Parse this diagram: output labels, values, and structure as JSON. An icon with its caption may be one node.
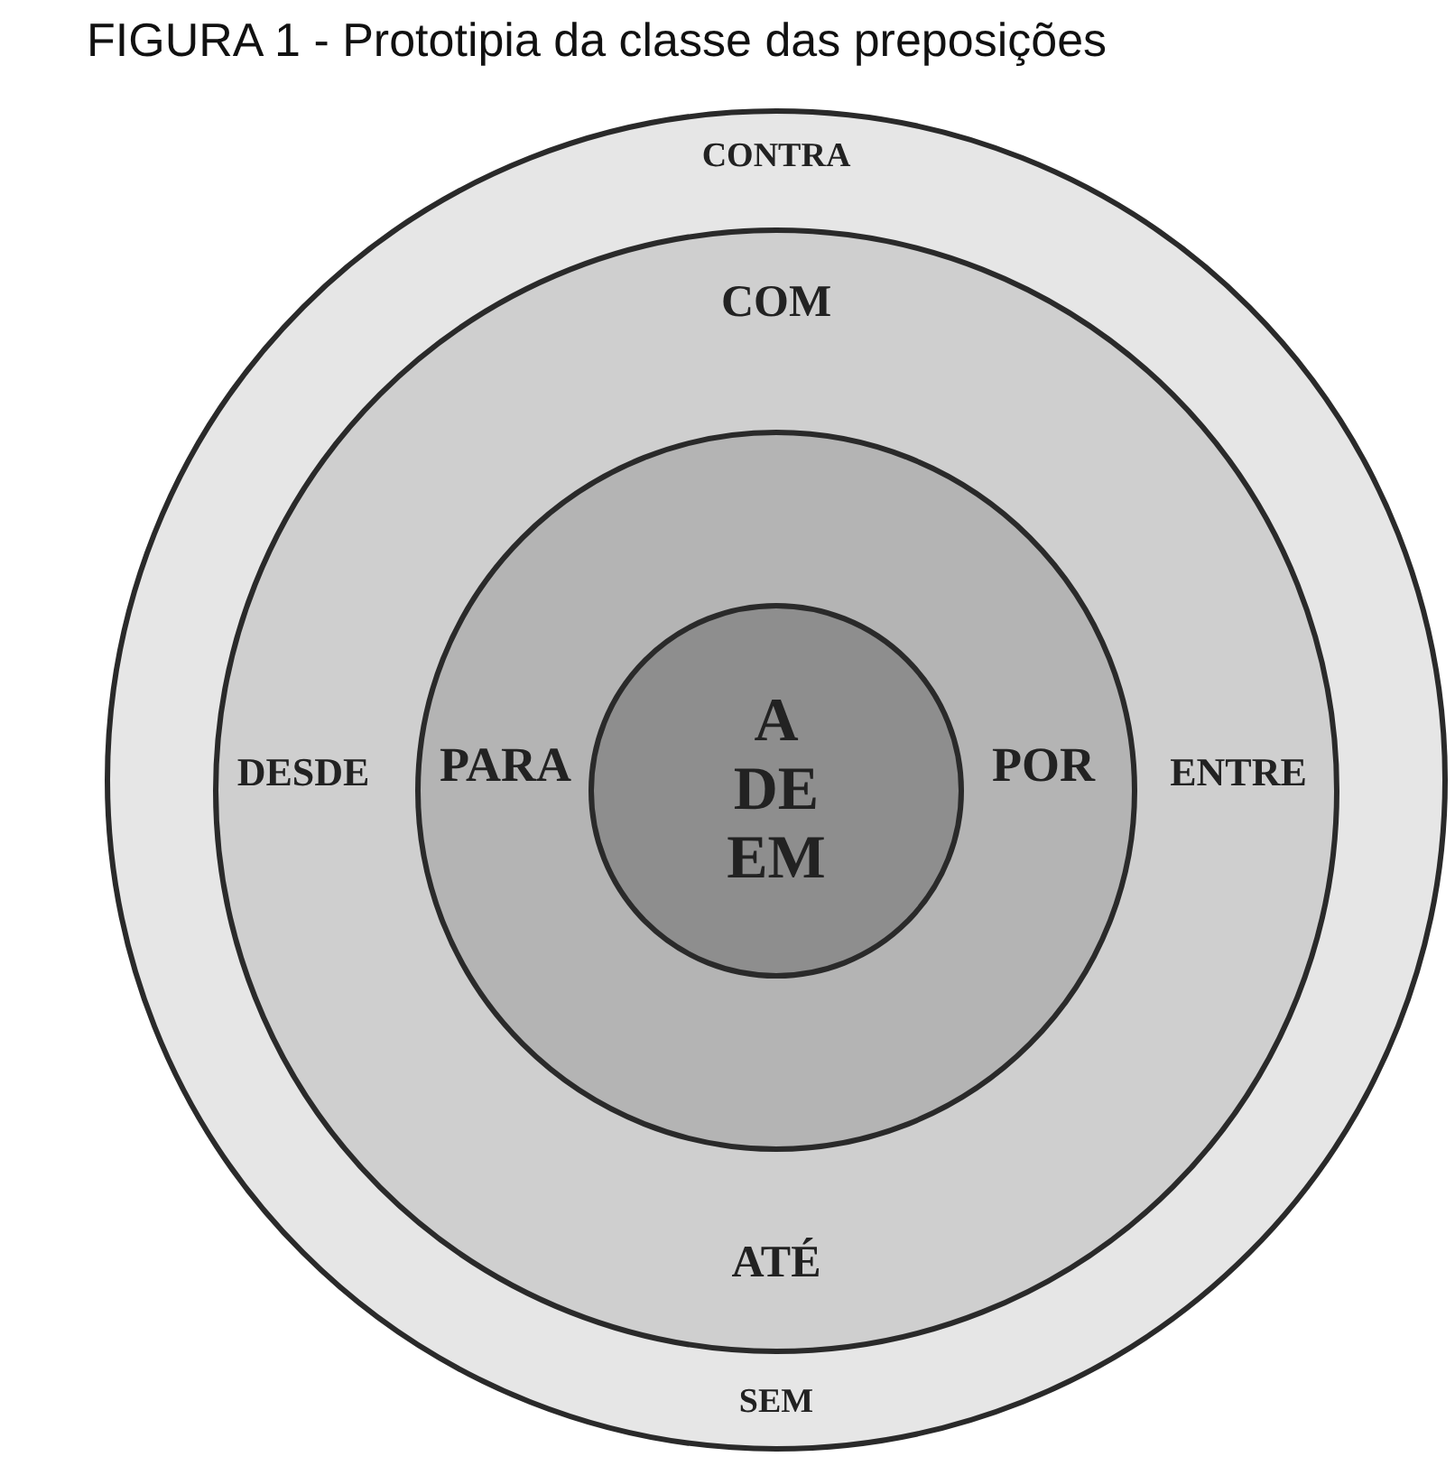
{
  "diagram": {
    "title": "FIGURA 1 - Prototipia da classe das preposições",
    "nodes": [
      {
        "text": [
          "CONTRA",
          "SEM"
        ]
      },
      {
        "text": [
          "COM",
          "DESDE",
          "ENTRE",
          "ATÉ"
        ],
        "in": 0
      },
      {
        "text": [
          "PARA",
          "POR"
        ],
        "in": 1
      },
      {
        "text": [
          "A DE EM"
        ],
        "in": 2
      }
    ]
  }
}
